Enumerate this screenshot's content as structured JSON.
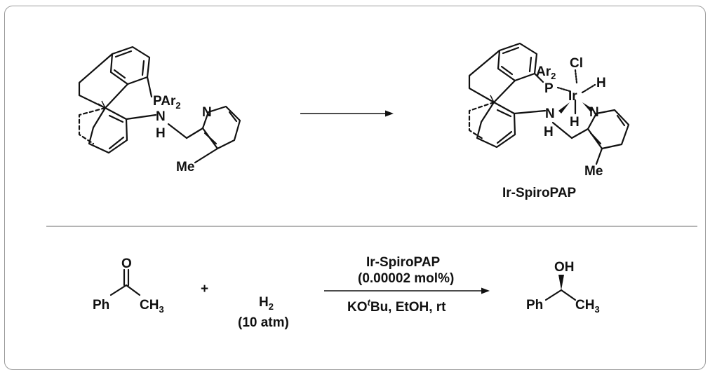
{
  "top_scheme": {
    "ligand": {
      "labels": {
        "phosphine": "PAr",
        "phosphine_sub": "2",
        "nitrogen": "N",
        "amine_n": "N",
        "amine_h": "H",
        "methyl": "Me"
      }
    },
    "complex": {
      "name": "Ir-SpiroPAP",
      "labels": {
        "ar": "Ar",
        "ar_sub": "2",
        "p": "P",
        "cl": "Cl",
        "ir": "Ir",
        "h1": "H",
        "h2": "H",
        "n_pyr": "N",
        "n_amine": "N",
        "n_h": "H",
        "methyl": "Me"
      }
    }
  },
  "bottom_scheme": {
    "reactant": {
      "ph": "Ph",
      "o": "O",
      "ch": "CH",
      "ch_sub": "3"
    },
    "plus": "+",
    "h2": {
      "h": "H",
      "h_sub": "2",
      "pressure": "(10 atm)"
    },
    "conditions": {
      "above_line1": "Ir-SpiroPAP",
      "above_line2": "(0.00002 mol%)",
      "below_pre": "KO",
      "below_sup": "t",
      "below_post": "Bu, EtOH, rt"
    },
    "product": {
      "ph": "Ph",
      "oh": "OH",
      "ch": "CH",
      "ch_sub": "3"
    }
  }
}
